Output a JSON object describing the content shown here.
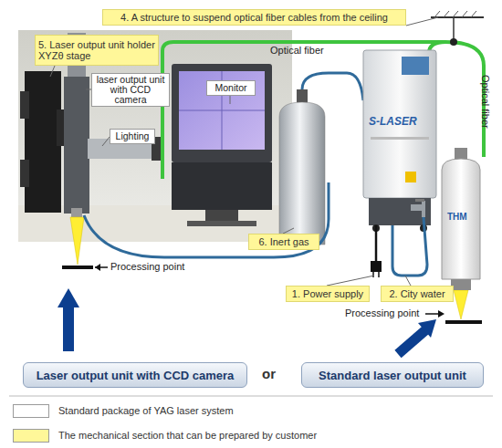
{
  "diagram": {
    "nodes": [
      {
        "text": [
          "4. A structure to suspend optical fiber cables from the ceiling"
        ]
      },
      {
        "text": [
          "5. Laser output unit holder XYZθ stage"
        ]
      },
      {
        "text": [
          "laser output unit with CCD camera"
        ]
      },
      {
        "text": [
          "Monitor"
        ]
      },
      {
        "text": [
          "Lighting"
        ]
      },
      {
        "text": [
          "6. Inert gas"
        ]
      },
      {
        "text": [
          "1. Power supply"
        ]
      },
      {
        "text": [
          "2. City water"
        ]
      },
      {
        "text": [
          "Laser output unit with CCD camera"
        ]
      },
      {
        "text": [
          "Standard laser output unit"
        ]
      }
    ],
    "labels": [
      "Optical fiber",
      "Optical fiber",
      "Processing point",
      "Processing point",
      "or",
      "S-LASER",
      "THM"
    ],
    "legend": [
      {
        "text": "Standard package of YAG laser system",
        "color": "#ffffff"
      },
      {
        "text": "The mechanical section that can be prepared by customer",
        "color": "#fff799"
      }
    ]
  }
}
